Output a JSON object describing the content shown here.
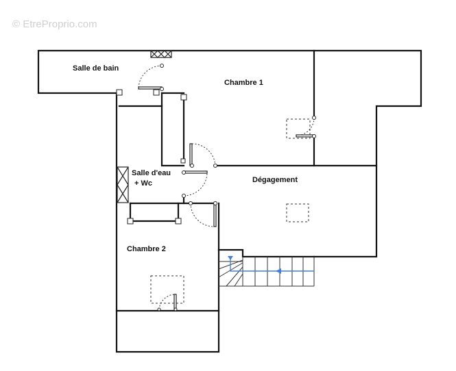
{
  "watermark": "© EtreProprio.com",
  "rooms": {
    "salle_de_bain": "Salle de bain",
    "chambre_1": "Chambre 1",
    "salle_eau_line1": "Salle d'eau",
    "salle_eau_line2": "+ Wc",
    "degagement": "Dégagement",
    "chambre_2": "Chambre 2"
  },
  "colors": {
    "wall": "#111111",
    "stair_arrow": "#3f7fe0",
    "watermark": "#cfcfcf"
  }
}
